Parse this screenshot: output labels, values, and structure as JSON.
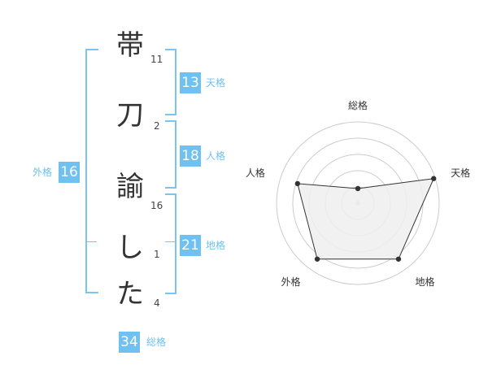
{
  "name_chars": [
    {
      "char": "帯",
      "strokes": "11"
    },
    {
      "char": "刀",
      "strokes": "2"
    },
    {
      "char": "諭",
      "strokes": "16"
    },
    {
      "char": "し",
      "strokes": "1"
    },
    {
      "char": "た",
      "strokes": "4"
    }
  ],
  "scores": {
    "tenkaku": {
      "value": "13",
      "label": "天格"
    },
    "jinkaku": {
      "value": "18",
      "label": "人格"
    },
    "chikaku": {
      "value": "21",
      "label": "地格"
    },
    "gaikaku": {
      "value": "16",
      "label": "外格"
    },
    "soukaku": {
      "value": "34",
      "label": "総格"
    }
  },
  "chart_data": {
    "type": "radar",
    "axes": [
      "総格",
      "天格",
      "地格",
      "外格",
      "人格"
    ],
    "values": [
      0.18,
      0.98,
      0.85,
      0.85,
      0.78
    ],
    "scale_max": 1,
    "rings": 5,
    "colors": {
      "fill": "#efefef",
      "line": "#333333",
      "grid": "#cccccc",
      "accent": "#6ec1f0"
    }
  }
}
